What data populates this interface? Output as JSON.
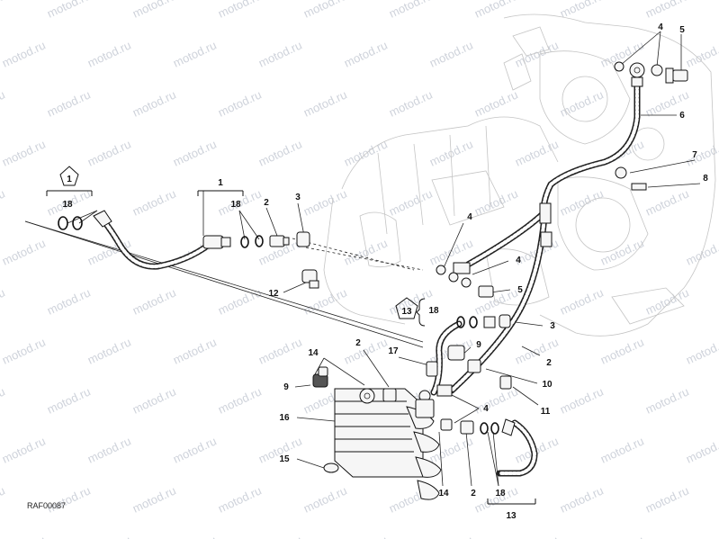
{
  "drawing_code": "RAF00087",
  "watermark_text": "motod.ru",
  "assembly_labels": {
    "left_group": "1",
    "right_group": "13"
  },
  "callouts": {
    "c1": "1",
    "c18a": "18",
    "c18b": "18",
    "c2a": "2",
    "c3a": "3",
    "c4a": "4",
    "c5a": "5",
    "c6": "6",
    "c7": "7",
    "c8": "8",
    "c4b": "4",
    "c4c": "4",
    "c5b": "5",
    "c12": "12",
    "c18c": "18",
    "c3b": "3",
    "c2b": "2",
    "c9a": "9",
    "c10": "10",
    "c11": "11",
    "c4d": "4",
    "c14a": "14",
    "c2c": "2",
    "c17": "17",
    "c9b": "9",
    "c16": "16",
    "c15": "15",
    "c14b": "14",
    "c2d": "2",
    "c18d": "18",
    "c13": "13"
  }
}
